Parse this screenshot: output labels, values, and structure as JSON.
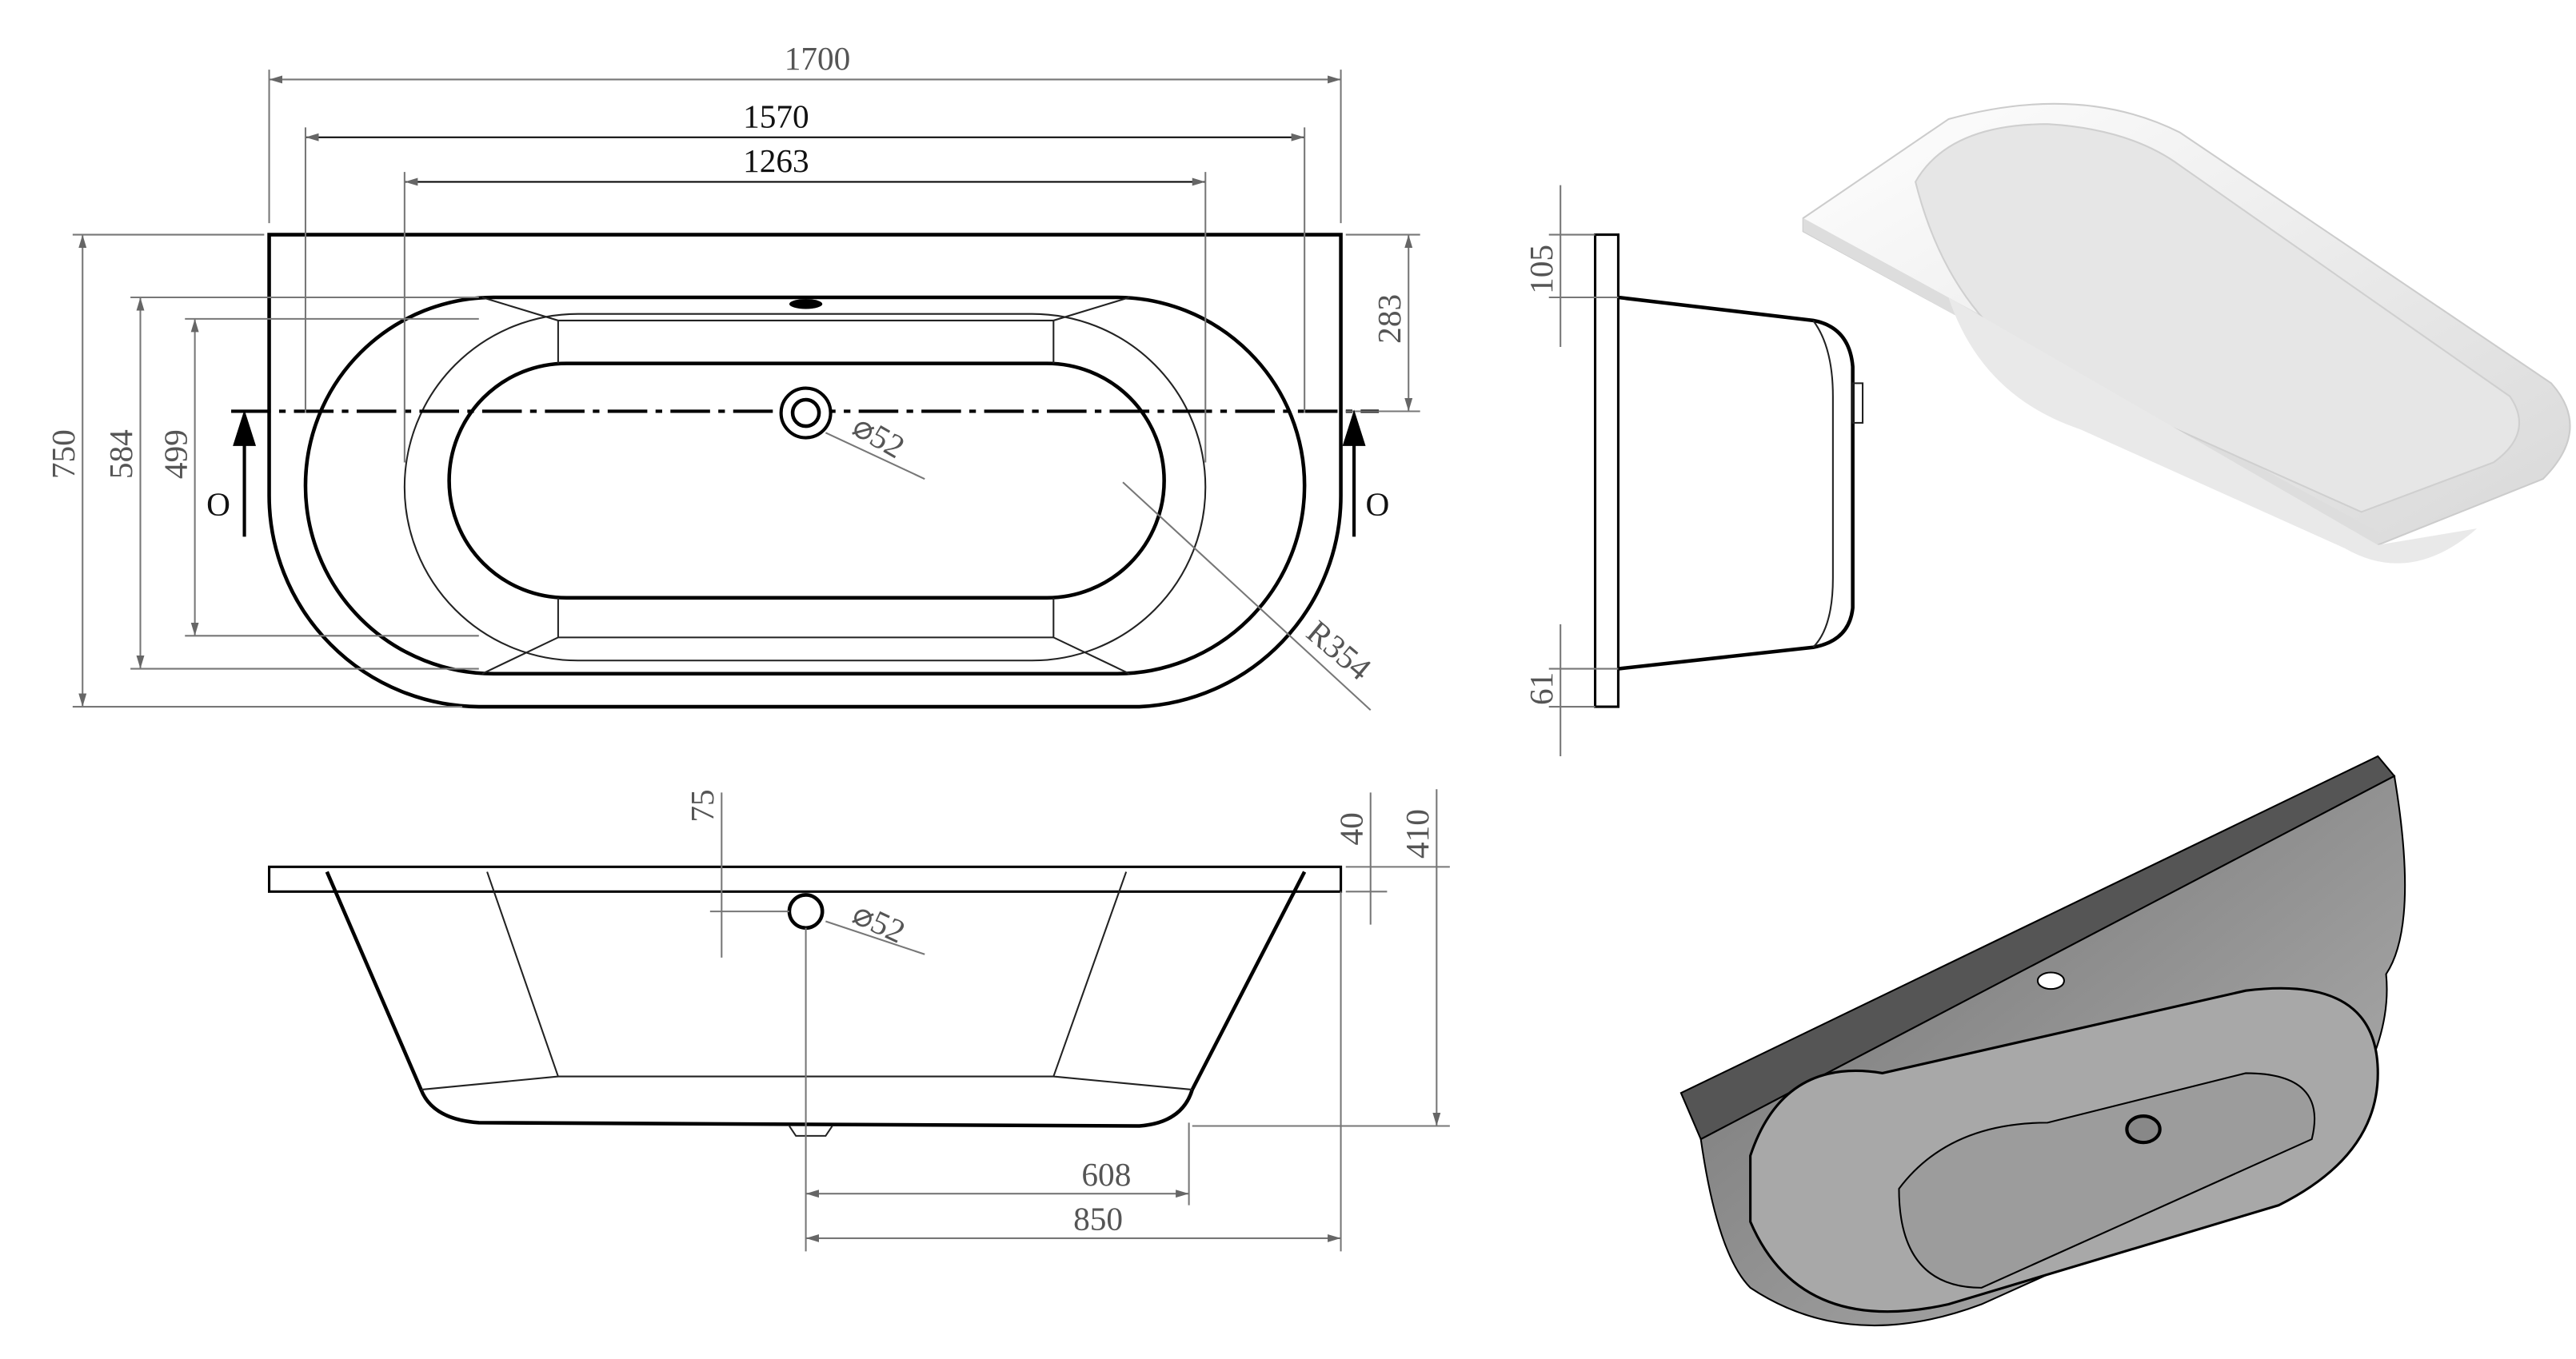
{
  "top_view": {
    "dim_overall_length": "1700",
    "dim_inner_length": "1570",
    "dim_basin_length": "1263",
    "dim_overall_width": "750",
    "dim_inner_width": "584",
    "dim_basin_width": "499",
    "dim_centerline_offset": "283",
    "drain_diameter": "⌀52",
    "radius": "R354",
    "section_mark_left": "O",
    "section_mark_right": "O"
  },
  "side_view": {
    "dim_top": "105",
    "dim_bottom": "61"
  },
  "front_view": {
    "dim_drain_depth": "75",
    "dim_rim_thickness": "40",
    "dim_total_height": "410",
    "drain_diameter": "⌀52",
    "dim_drain_to_bottom_end": "608",
    "dim_drain_to_end": "850"
  },
  "colors": {
    "line": "#000000",
    "dimension": "#777777",
    "render_white": "#f4f4f4",
    "render_grey": "#9a9a9a"
  }
}
